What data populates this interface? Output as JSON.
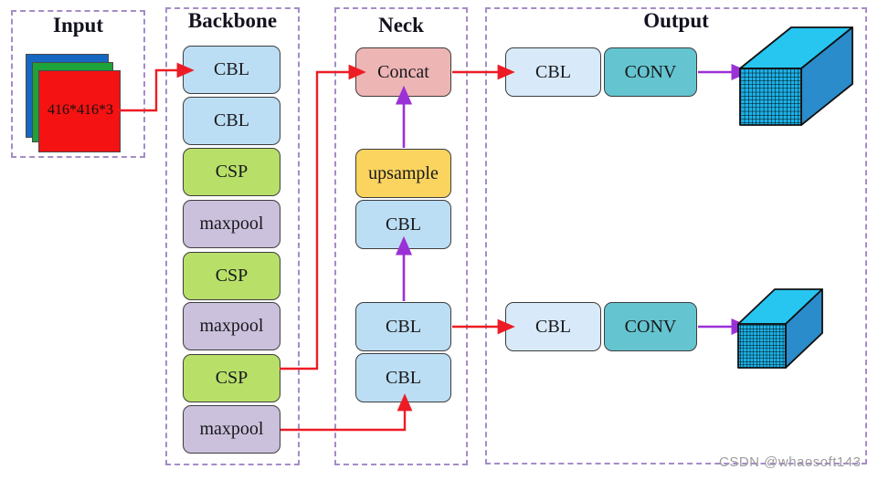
{
  "diagram": {
    "watermark": "CSDN @whaosoft143",
    "input": {
      "title": "Input",
      "tensor_label": "416*416*3"
    },
    "backbone": {
      "title": "Backbone",
      "blocks": [
        "CBL",
        "CBL",
        "CSP",
        "maxpool",
        "CSP",
        "maxpool",
        "CSP",
        "maxpool"
      ]
    },
    "neck": {
      "title": "Neck",
      "blocks": [
        "Concat",
        "upsample",
        "CBL",
        "CBL",
        "CBL"
      ]
    },
    "output": {
      "title": "Output",
      "row_top": [
        "CBL",
        "CONV"
      ],
      "row_bottom": [
        "CBL",
        "CONV"
      ]
    },
    "colors": {
      "section_border": "#a58cc8",
      "cbl": "#bcdef4",
      "cbl_output": "#d8eaf9",
      "csp": "#b8e069",
      "maxpool": "#cbc1dc",
      "concat": "#edb5b4",
      "upsample": "#fad45f",
      "conv": "#64c5d0",
      "arrow_red": "#ed1c24",
      "arrow_purple": "#9b30d6",
      "input_blue": "#1667c1",
      "input_green": "#1da23c",
      "input_red": "#f41212",
      "cube_top": "#27c6f1",
      "cube_side": "#2a8ccb",
      "cube_front": "#1db2e8"
    }
  }
}
